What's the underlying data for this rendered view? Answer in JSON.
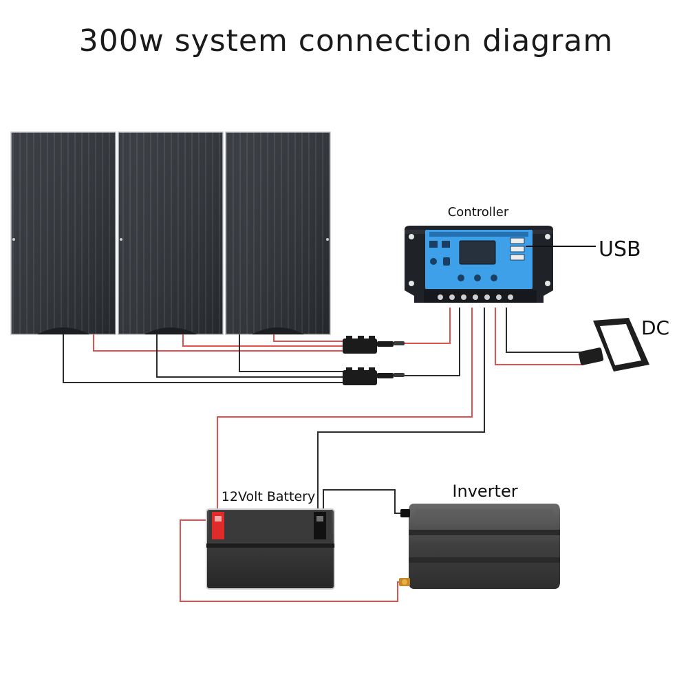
{
  "title": "300w system connection diagram",
  "labels": {
    "controller": "Controller",
    "usb": "USB",
    "dc": "DC",
    "battery": "12Volt Battery",
    "inverter": "Inverter"
  },
  "colors": {
    "panel": "#2b2e33",
    "wire_positive": "#e0504f",
    "wire_negative": "#2b2b2b",
    "controller_body": "#1f2328",
    "controller_screen": "#3da0e8",
    "battery_body": "#333333",
    "battery_positive_terminal": "#e02b2b",
    "inverter_body": "#4a4a4a"
  },
  "icons": {
    "solar_panel": "solar-panel-icon",
    "controller": "charge-controller-icon",
    "dc_load": "floodlight-icon",
    "battery": "battery-icon",
    "inverter": "inverter-icon",
    "connector": "mc4-connector-icon"
  },
  "panels": {
    "count": 3
  }
}
